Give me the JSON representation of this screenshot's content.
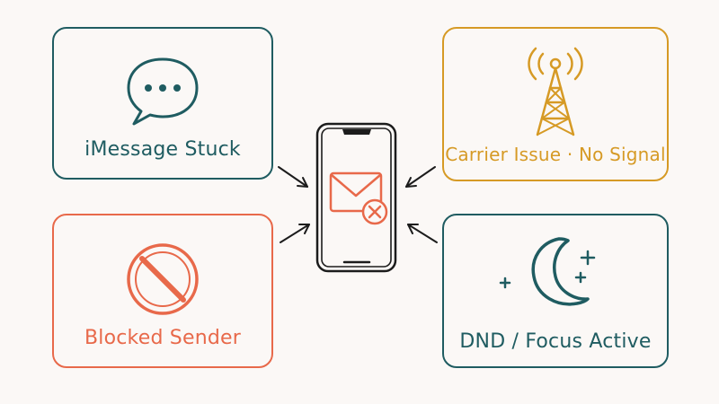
{
  "colors": {
    "teal": "#1f5c61",
    "orange": "#e8694a",
    "gold": "#d69a25",
    "ink": "#1c1c1c",
    "background": "#fbf8f6"
  },
  "cards": {
    "imessage": {
      "label": "iMessage Stuck",
      "icon": "speech-bubble-icon",
      "color": "#1f5c61"
    },
    "blocked": {
      "label": "Blocked Sender",
      "icon": "prohibited-icon",
      "color": "#e8694a"
    },
    "carrier": {
      "label": "Carrier Issue · No Signal",
      "icon": "cell-tower-icon",
      "color": "#d69a25"
    },
    "dnd": {
      "label": "DND / Focus Active",
      "icon": "moon-stars-icon",
      "color": "#1f5c61"
    }
  },
  "center": {
    "device": "phone-icon",
    "status": "envelope-error-icon"
  }
}
